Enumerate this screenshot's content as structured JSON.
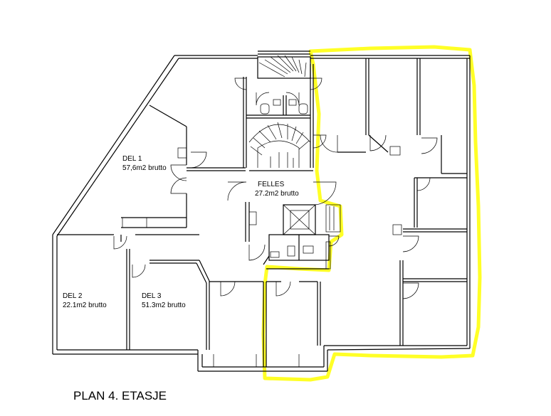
{
  "plan": {
    "title": "PLAN 4. ETASJE",
    "highlight_color": "#ffff1a",
    "rooms": [
      {
        "id": "del1",
        "name": "DEL  1",
        "area": "57,6m2  brutto"
      },
      {
        "id": "felles",
        "name": "FELLES",
        "area": "27.2m2  brutto"
      },
      {
        "id": "del2",
        "name": "DEL  2",
        "area": "22.1m2  brutto"
      },
      {
        "id": "del3",
        "name": "DEL  3",
        "area": "51.3m2  brutto"
      }
    ]
  }
}
